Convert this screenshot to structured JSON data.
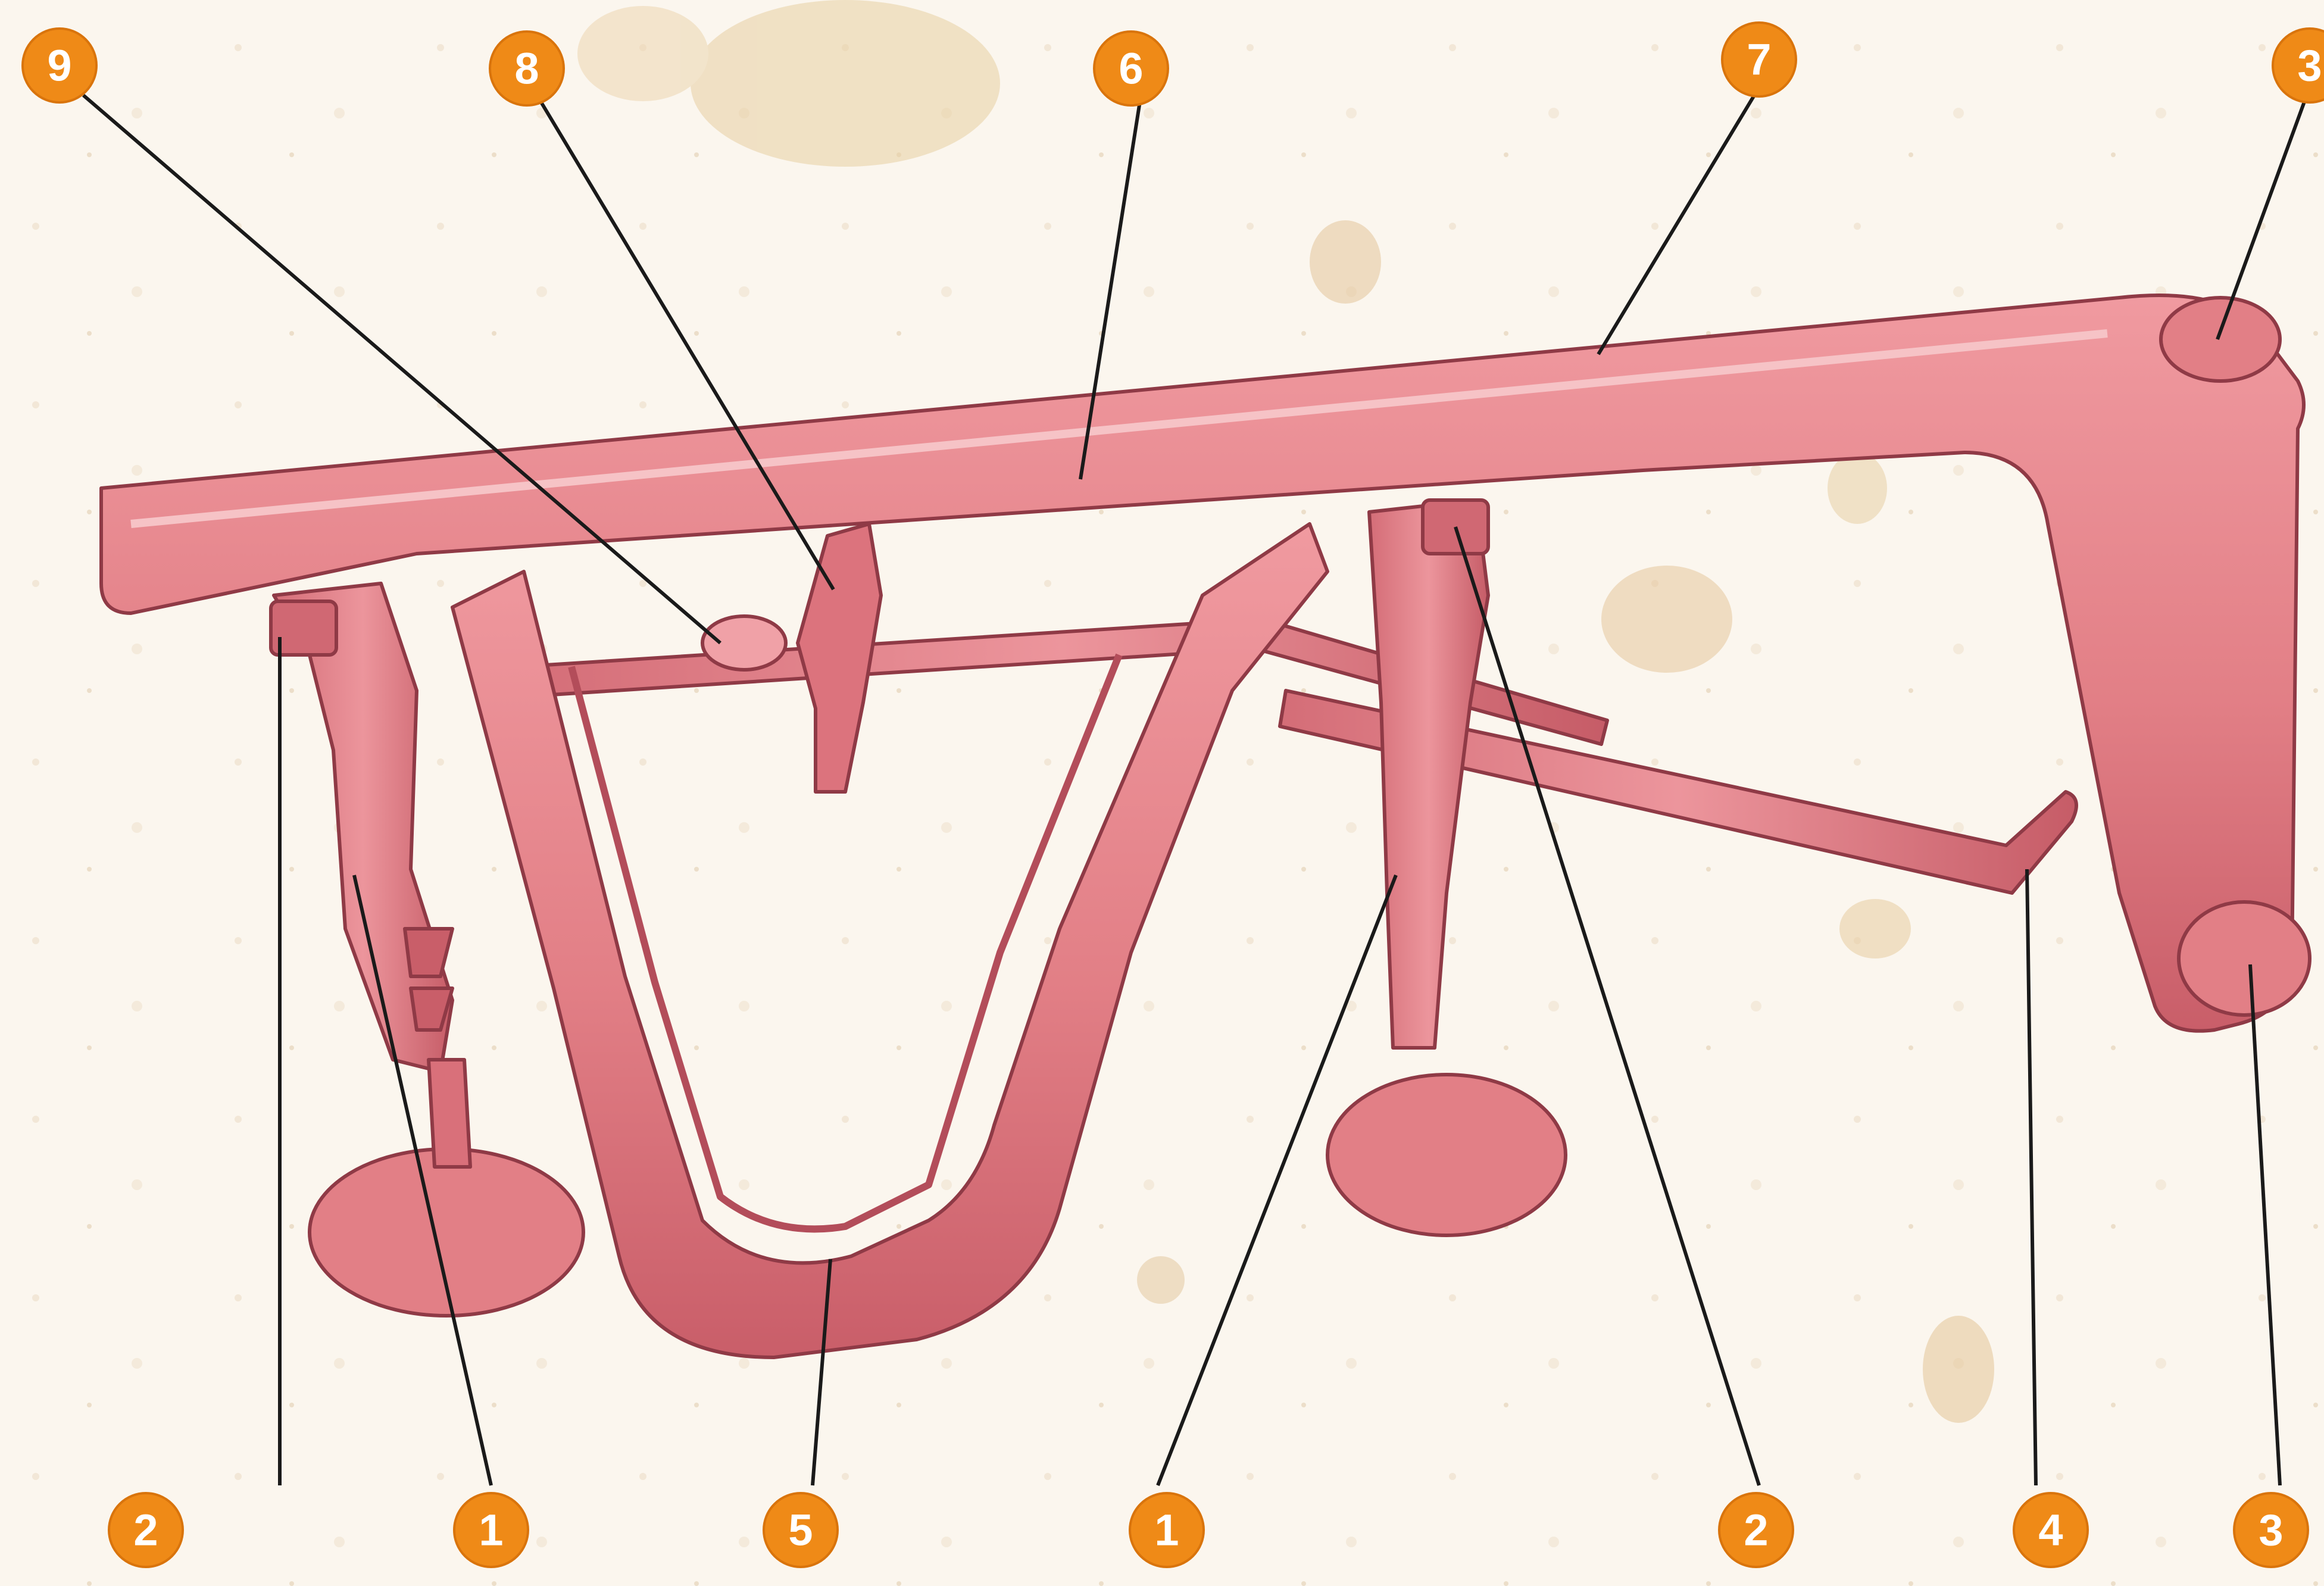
{
  "diagram": {
    "subject": "obstetric-forceps-illustration",
    "callouts": [
      {
        "id": "c9-top",
        "label": "9"
      },
      {
        "id": "c8-top",
        "label": "8"
      },
      {
        "id": "c6-top",
        "label": "6"
      },
      {
        "id": "c7-top",
        "label": "7"
      },
      {
        "id": "c3-top",
        "label": "3"
      },
      {
        "id": "c2-left",
        "label": "2"
      },
      {
        "id": "c1-left",
        "label": "1"
      },
      {
        "id": "c5-bottom",
        "label": "5"
      },
      {
        "id": "c1-right",
        "label": "1"
      },
      {
        "id": "c2-right",
        "label": "2"
      },
      {
        "id": "c4-bottom",
        "label": "4"
      },
      {
        "id": "c3-bottom",
        "label": "3"
      }
    ],
    "colors": {
      "background": "#fbf6ee",
      "instrument": "#e27f86",
      "instrument_shade": "#b9505c",
      "instrument_highlight": "#f3b2b6",
      "badge": "#ef8a17",
      "leader_line": "#1a1a1a"
    }
  }
}
